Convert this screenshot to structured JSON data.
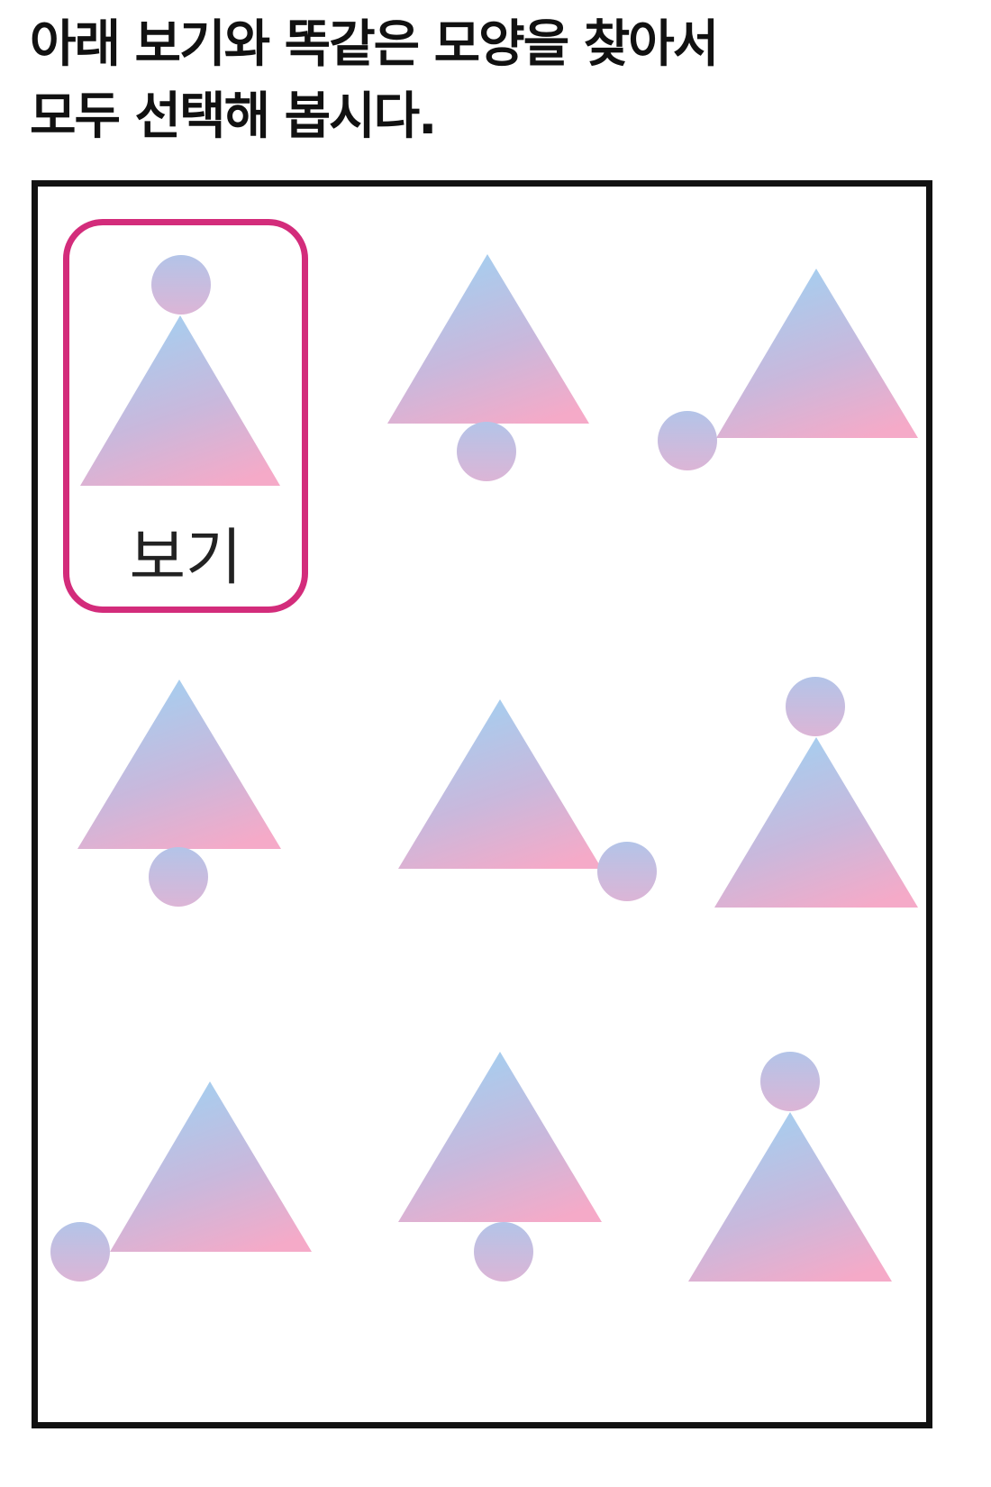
{
  "instruction": {
    "line1": "아래 보기와 똑같은 모양을 찾아서",
    "line2": "모두 선택해 봅시다."
  },
  "sample": {
    "label": "보기",
    "highlight_color": "#d32c7b"
  },
  "shape_style": {
    "gradient_colors": [
      "#a4cff0",
      "#c8b6de",
      "#f5aac8"
    ],
    "circle_colors": [
      "#b8c2e6",
      "#d9b6d8"
    ]
  },
  "shapes": [
    {
      "id": "sample",
      "circle_position": "top"
    },
    {
      "id": "option-1",
      "circle_position": "bottom"
    },
    {
      "id": "option-2",
      "circle_position": "left"
    },
    {
      "id": "option-3",
      "circle_position": "bottom"
    },
    {
      "id": "option-4",
      "circle_position": "right"
    },
    {
      "id": "option-5",
      "circle_position": "top"
    },
    {
      "id": "option-6",
      "circle_position": "left"
    },
    {
      "id": "option-7",
      "circle_position": "bottom"
    },
    {
      "id": "option-8",
      "circle_position": "top"
    }
  ]
}
